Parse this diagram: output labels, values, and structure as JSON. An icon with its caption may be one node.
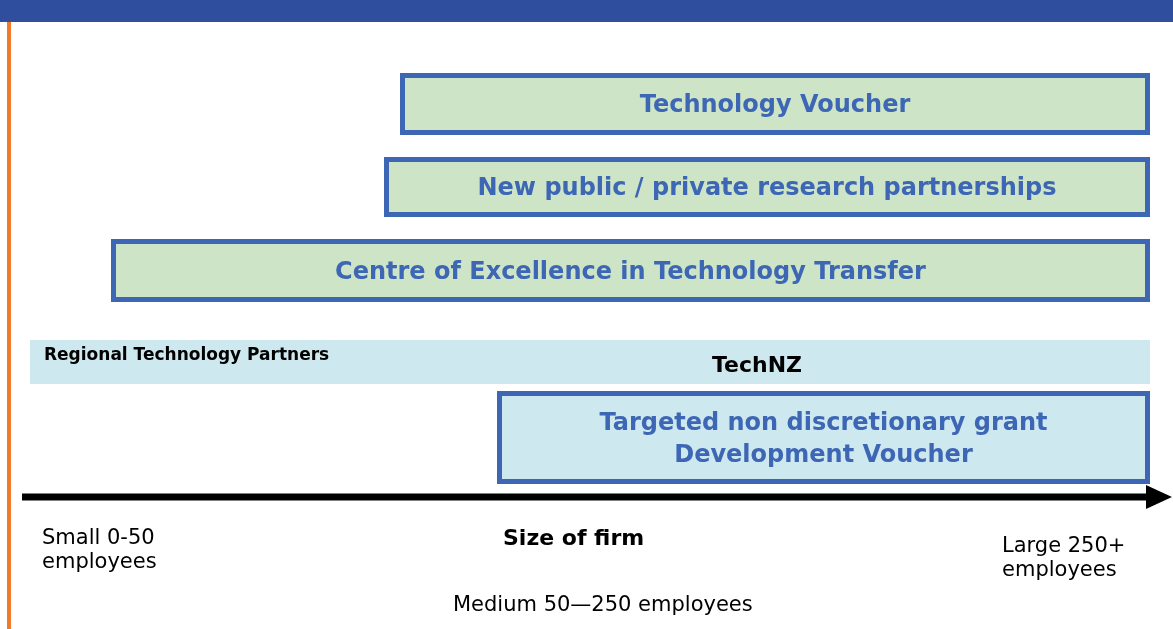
{
  "diagram": {
    "nodes": [
      {
        "text": [
          "Technology Voucher"
        ]
      },
      {
        "text": [
          "New public / private research partnerships"
        ]
      },
      {
        "text": [
          "Centre of Excellence in Technology Transfer"
        ]
      },
      {
        "text": [
          "Regional Technology Partners",
          "TechNZ"
        ]
      },
      {
        "text": [
          "Targeted non discretionary grant",
          "Development Voucher"
        ]
      }
    ],
    "labels": [
      "Small 0-50 employees",
      "Size of firm",
      "Large 250+ employees",
      "Medium 50—250 employees"
    ]
  }
}
